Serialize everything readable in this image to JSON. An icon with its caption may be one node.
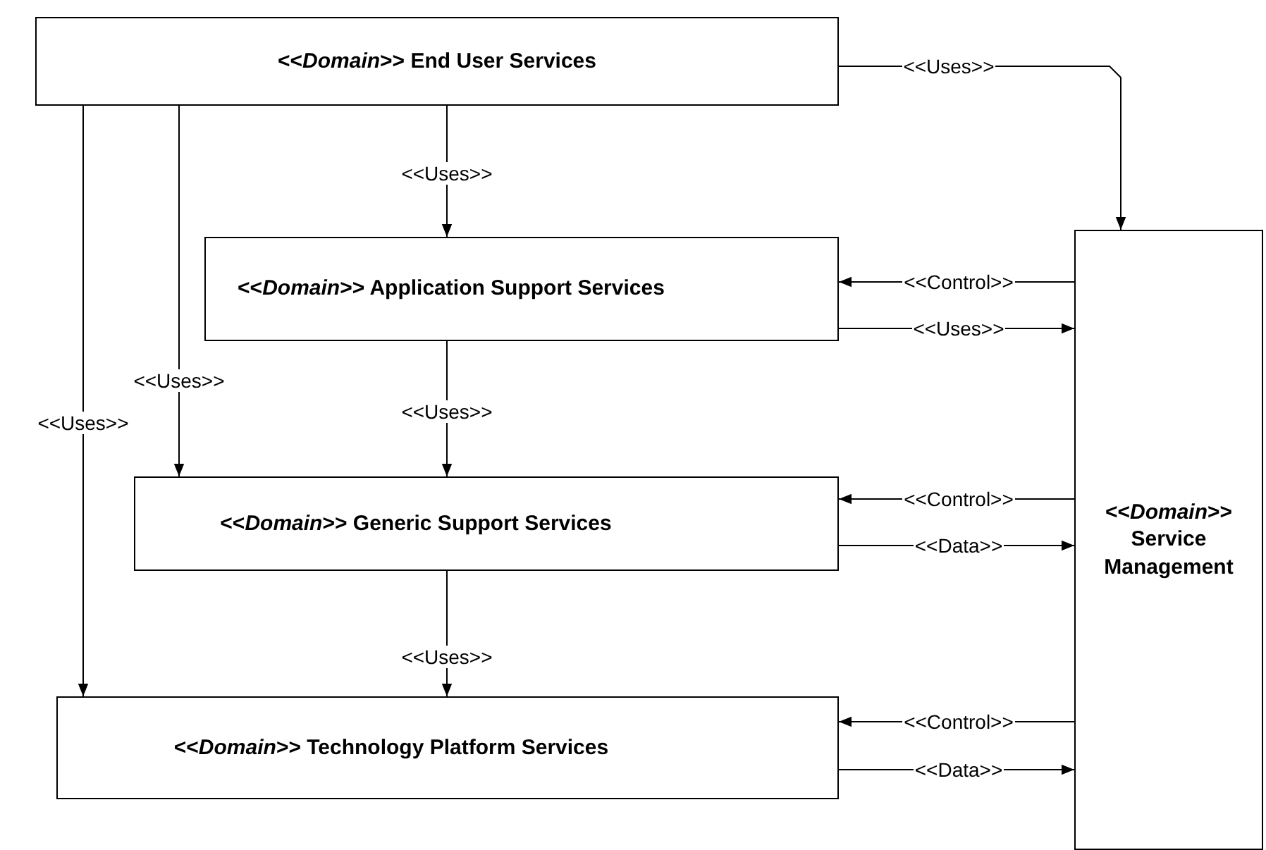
{
  "diagram": {
    "nodes": [
      {
        "text": [
          "<<*Domain*>> End User Services"
        ]
      },
      {
        "text": [
          "<<*Domain*>> Application Support Services"
        ]
      },
      {
        "text": [
          "<<*Domain*>> Generic Support Services"
        ]
      },
      {
        "text": [
          "<<*Domain*>> Technology Platform Services"
        ]
      },
      {
        "text": [
          "<<*Domain*>> Service Management"
        ]
      }
    ],
    "edges": [
      {
        "from": 0,
        "to": 4,
        "arrow": "to",
        "label": "<<Uses>>"
      },
      {
        "from": 0,
        "to": 1,
        "arrow": "to",
        "label": "<<Uses>>"
      },
      {
        "from": 4,
        "to": 1,
        "arrow": "to",
        "label": "<<Control>>"
      },
      {
        "from": 1,
        "to": 4,
        "arrow": "to",
        "label": "<<Uses>>"
      },
      {
        "from": 1,
        "to": 2,
        "arrow": "to",
        "label": "<<Uses>>"
      },
      {
        "from": 0,
        "to": 2,
        "arrow": "to",
        "label": "<<Uses>>"
      },
      {
        "from": 0,
        "to": 3,
        "arrow": "to",
        "label": "<<Uses>>"
      },
      {
        "from": 4,
        "to": 2,
        "arrow": "to",
        "label": "<<Control>>"
      },
      {
        "from": 2,
        "to": 4,
        "arrow": "to",
        "label": "<<Data>>"
      },
      {
        "from": 2,
        "to": 3,
        "arrow": "to",
        "label": "<<Uses>>"
      },
      {
        "from": 4,
        "to": 3,
        "arrow": "to",
        "label": "<<Control>>"
      },
      {
        "from": 3,
        "to": 4,
        "arrow": "to",
        "label": "<<Data>>"
      }
    ]
  }
}
